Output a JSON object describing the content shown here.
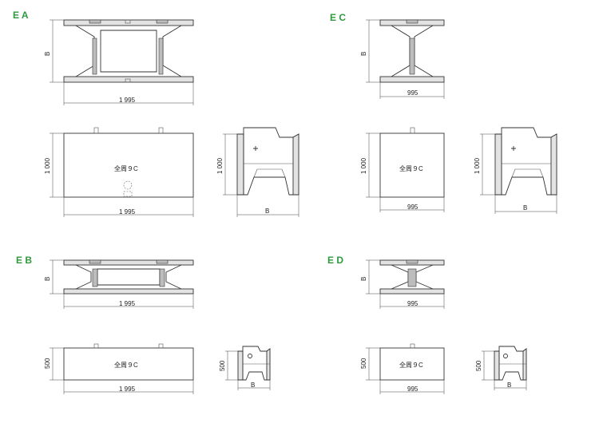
{
  "labels": {
    "ea": "E A",
    "ec": "E C",
    "eb": "E B",
    "ed": "E D"
  },
  "dims": {
    "b": "B",
    "w1995": "1 995",
    "w995": "995",
    "h1000": "1 000",
    "h500": "500"
  },
  "note": "全周９C",
  "colors": {
    "label": "#2d9a3c",
    "line": "#333333",
    "fill": "#e3e3e3"
  }
}
